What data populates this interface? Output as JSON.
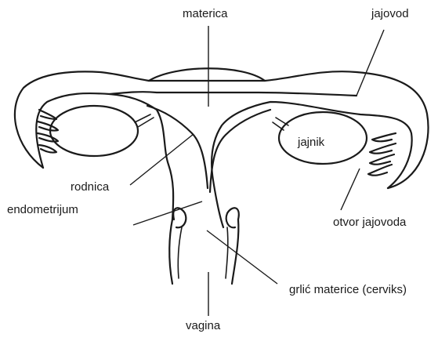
{
  "labels": {
    "uterus": "materica",
    "fallopian_tube": "jajovod",
    "ovary": "jajnik",
    "uterine_cavity": "rodnica",
    "endometrium": "endometrijum",
    "tube_opening": "otvor jajovoda",
    "cervix": "grlić materice (cerviks)",
    "vagina": "vagina"
  },
  "colors": {
    "line": "#1a1a1a",
    "background": "#ffffff"
  }
}
